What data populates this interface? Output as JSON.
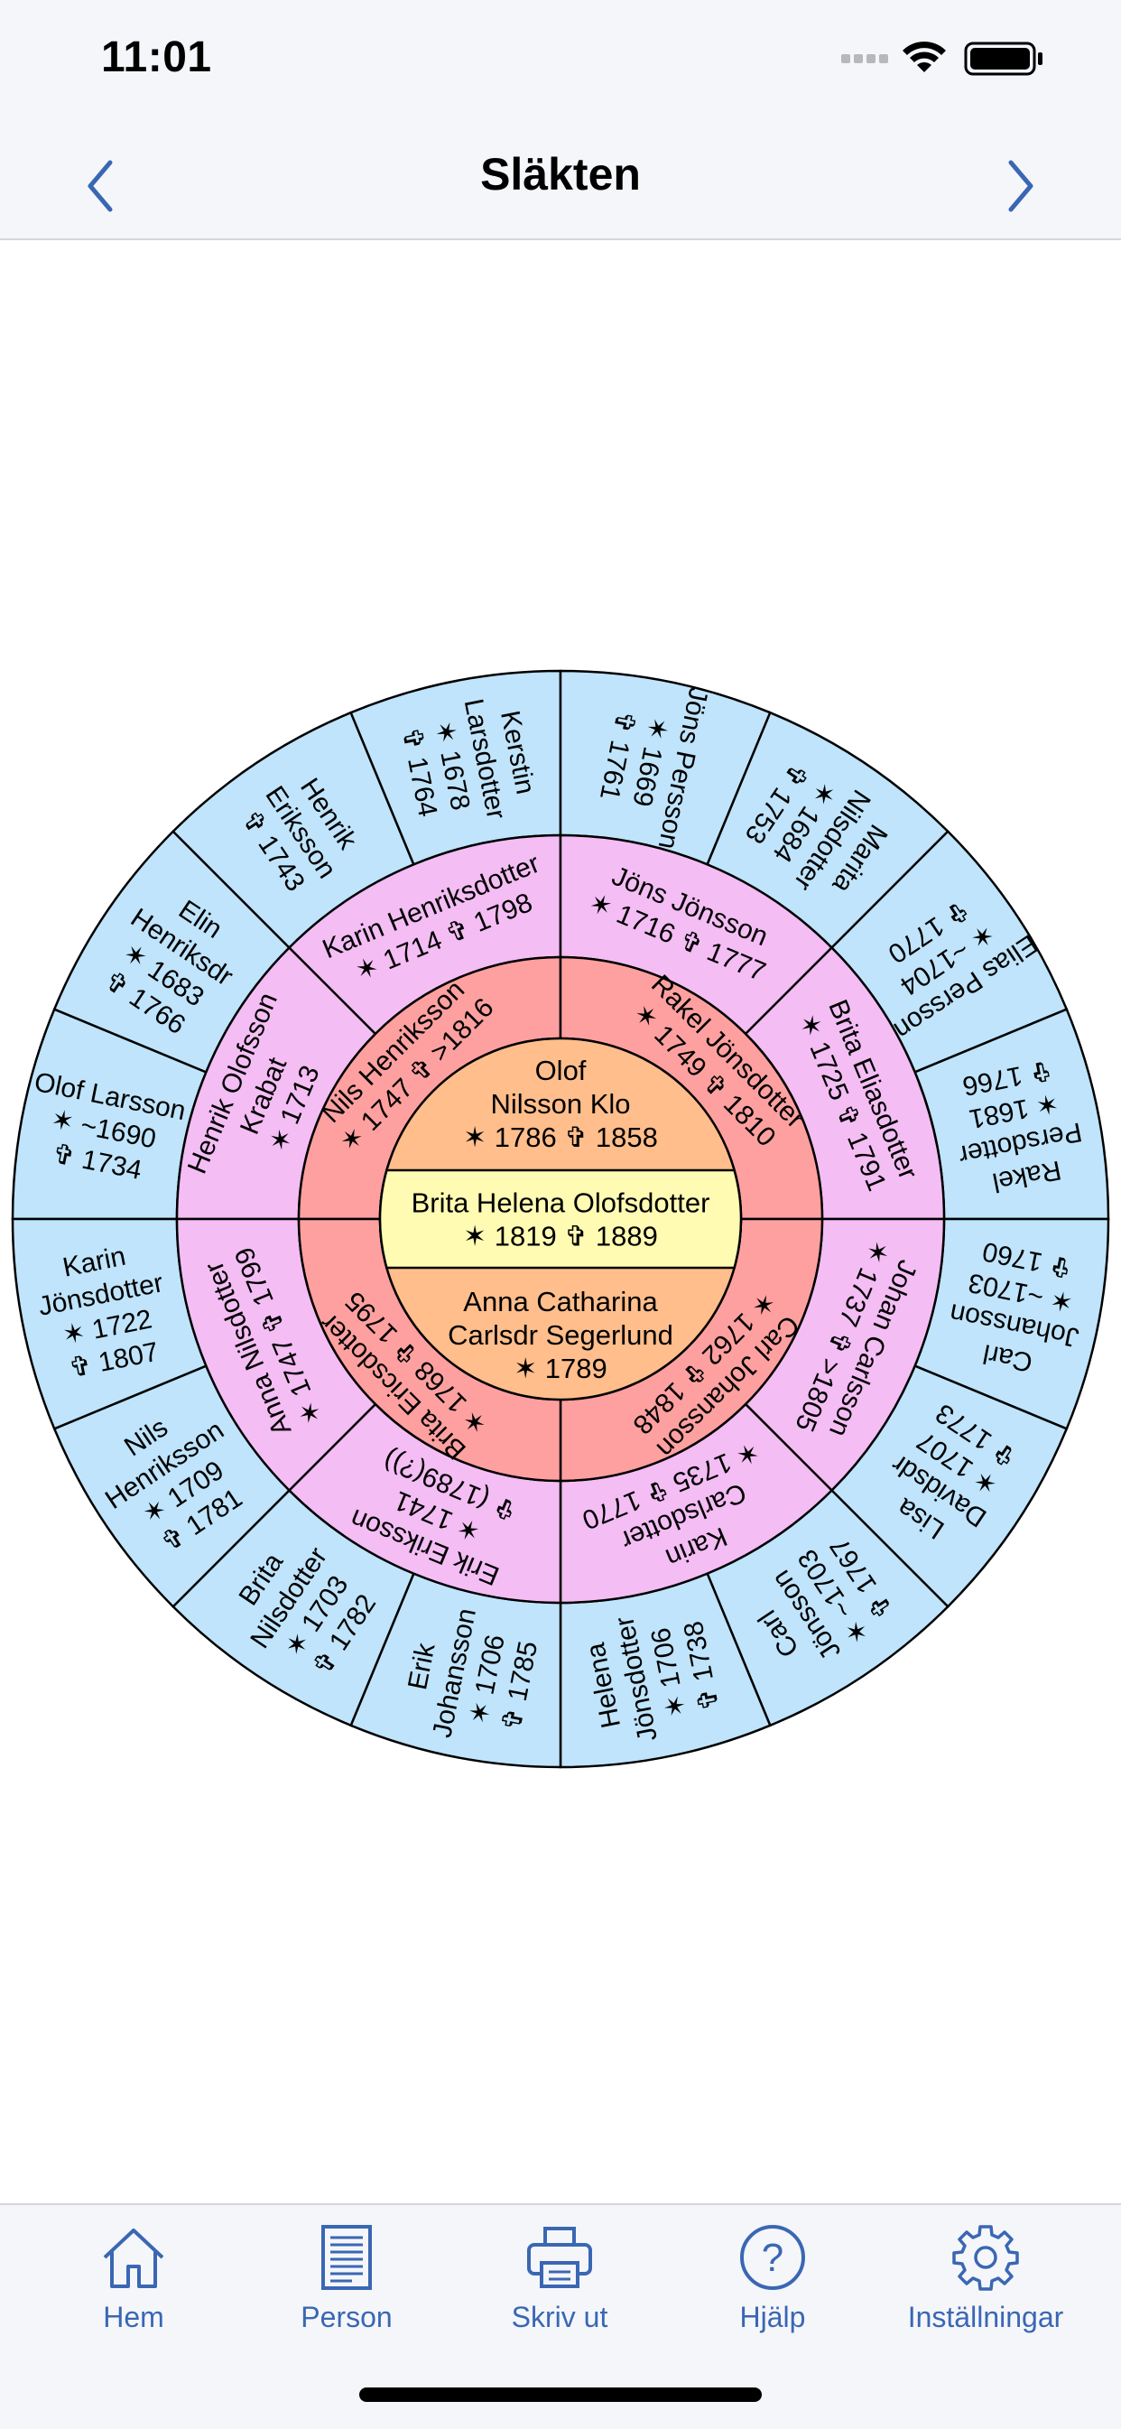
{
  "status": {
    "time": "11:01"
  },
  "nav": {
    "title": "Släkten"
  },
  "tabs": [
    {
      "label": "Hem",
      "icon": "home-icon"
    },
    {
      "label": "Person",
      "icon": "document-icon"
    },
    {
      "label": "Skriv ut",
      "icon": "printer-icon"
    },
    {
      "label": "Hjälp",
      "icon": "help-icon"
    },
    {
      "label": "Inställningar",
      "icon": "gear-icon"
    }
  ],
  "colors": {
    "center": "#fffbb3",
    "gen1": "#ffbe8c",
    "gen2": "#ffa0a0",
    "gen3": "#f4bdf4",
    "gen4": "#bfe4fb",
    "tint": "#3a67b3"
  },
  "chart": {
    "center": {
      "lines": [
        "Brita Helena Olofsdotter",
        "✶ 1819 ✞ 1889"
      ]
    },
    "gen1": [
      {
        "lines": [
          "Olof",
          "Nilsson Klo",
          "✶ 1786 ✞ 1858"
        ]
      },
      {
        "lines": [
          "Anna Catharina",
          "Carlsdr Segerlund",
          "✶ 1789"
        ]
      }
    ],
    "gen2": [
      {
        "lines": [
          "Nils Henriksson",
          "✶ 1747 ✞ >1816"
        ]
      },
      {
        "lines": [
          "Rakel Jönsdotter",
          "✶ 1749 ✞ 1810"
        ]
      },
      {
        "lines": [
          "Carl Johansson",
          "✶ 1762 ✞ 1848"
        ]
      },
      {
        "lines": [
          "Brita Ericsdotter",
          "✶ 1768 ✞ 1795"
        ]
      }
    ],
    "gen3": [
      {
        "lines": [
          "Henrik Olofsson",
          "Krabat",
          "✶ 1713"
        ]
      },
      {
        "lines": [
          "Karin Henriksdotter",
          "✶ 1714 ✞ 1798"
        ]
      },
      {
        "lines": [
          "Jöns Jönsson",
          "✶ 1716 ✞ 1777"
        ]
      },
      {
        "lines": [
          "Brita Eliasdotter",
          "✶ 1725 ✞ 1791"
        ]
      },
      {
        "lines": [
          "Johan Carlsson",
          "✶ 1737 ✞ >1805"
        ]
      },
      {
        "lines": [
          "Karin",
          "Carlsdotter",
          "✶ 1735 ✞ 1770"
        ]
      },
      {
        "lines": [
          "Erik Eriksson",
          "✶ 1741",
          "✞ (1789(?))"
        ]
      },
      {
        "lines": [
          "Anna Nilsdotter",
          "✶ 1747 ✞ 1799"
        ]
      }
    ],
    "gen4": [
      {
        "lines": [
          "Olof Larsson",
          "✶ ~1690",
          "✞ 1734"
        ]
      },
      {
        "lines": [
          "Elin",
          "Henriksdr",
          "✶ 1683",
          "✞ 1766"
        ]
      },
      {
        "lines": [
          "Henrik",
          "Eriksson",
          "✞ 1743"
        ]
      },
      {
        "lines": [
          "Kerstin",
          "Larsdotter",
          "✶ 1678",
          "✞ 1764"
        ]
      },
      {
        "lines": [
          "Jöns Persson",
          "✶ 1669",
          "✞ 1761"
        ]
      },
      {
        "lines": [
          "Marita",
          "Nilsdotter",
          "✶ 1684",
          "✞ 1753"
        ]
      },
      {
        "lines": [
          "Elias Persson",
          "✶ ~1704",
          "✞ 1770"
        ]
      },
      {
        "lines": [
          "Rakel",
          "Persdotter",
          "✶ 1681",
          "✞ 1766"
        ]
      },
      {
        "lines": [
          "Carl",
          "Johansson",
          "✶ ~1703",
          "✞ 1760"
        ]
      },
      {
        "lines": [
          "Lisa",
          "Davidsdr",
          "✶ 1707",
          "✞ 1773"
        ]
      },
      {
        "lines": [
          "Carl",
          "Jönsson",
          "✶ ~1703",
          "✞ 1767"
        ]
      },
      {
        "lines": [
          "Helena",
          "Jönsdotter",
          "✶ 1706",
          "✞ 1738"
        ]
      },
      {
        "lines": [
          "Erik",
          "Johansson",
          "✶ 1706",
          "✞ 1785"
        ]
      },
      {
        "lines": [
          "Brita",
          "Nilsdotter",
          "✶ 1703",
          "✞ 1782"
        ]
      },
      {
        "lines": [
          "Nils",
          "Henriksson",
          "✶ 1709",
          "✞ 1781"
        ]
      },
      {
        "lines": [
          "Karin",
          "Jönsdotter",
          "✶ 1722",
          "✞ 1807"
        ]
      }
    ]
  }
}
